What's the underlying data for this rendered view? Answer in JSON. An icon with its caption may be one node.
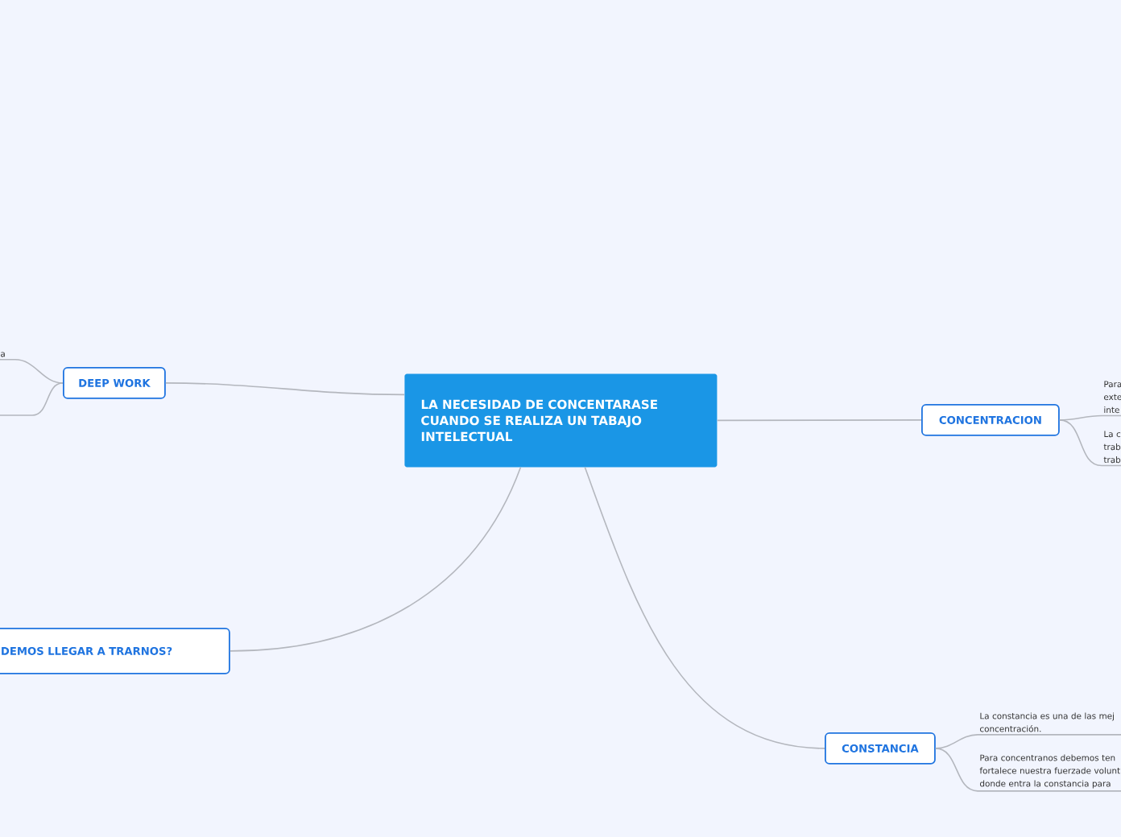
{
  "diagram": {
    "nodes": [
      {
        "text": [
          "LA NECESIDAD DE CONCENTARASE CUANDO SE REALIZA UN TABAJO INTELECTUAL"
        ]
      },
      {
        "text": [
          "DEEP WORK"
        ]
      },
      {
        "text": [
          "DEMOS LLEGAR A TRARNOS?"
        ]
      },
      {
        "text": [
          "CONCENTRACION"
        ]
      },
      {
        "text": [
          "Para exte inte"
        ]
      },
      {
        "text": [
          "La c trab trab"
        ]
      },
      {
        "text": [
          "CONSTANCIA"
        ]
      },
      {
        "text": [
          "La constancia es una de las mej concentración."
        ]
      },
      {
        "text": [
          "Para concentranos debemos ten fortalece nuestra fuerzade volunt donde entra la constancia para"
        ]
      },
      {
        "text": [
          "a"
        ]
      }
    ],
    "edges": [
      {
        "from": 0,
        "to": 1,
        "arrow": "none"
      },
      {
        "from": 0,
        "to": 2,
        "arrow": "none"
      },
      {
        "from": 0,
        "to": 3,
        "arrow": "none"
      },
      {
        "from": 0,
        "to": 6,
        "arrow": "none"
      },
      {
        "from": 1,
        "to": 9,
        "arrow": "none"
      },
      {
        "from": 1,
        "to": null,
        "arrow": "none"
      },
      {
        "from": 3,
        "to": 4,
        "arrow": "none"
      },
      {
        "from": 3,
        "to": 5,
        "arrow": "none"
      },
      {
        "from": 6,
        "to": 7,
        "arrow": "none"
      },
      {
        "from": 6,
        "to": 8,
        "arrow": "none"
      }
    ]
  }
}
